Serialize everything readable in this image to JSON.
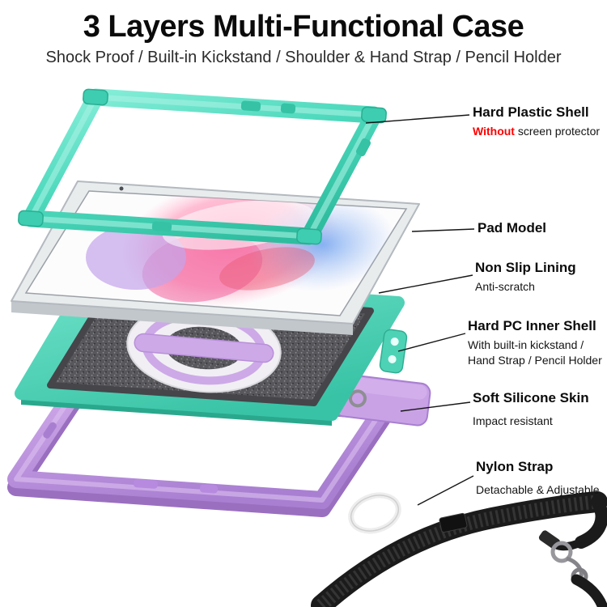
{
  "header": {
    "title": "3 Layers Multi-Functional Case",
    "subtitle": "Shock Proof / Built-in Kickstand / Shoulder & Hand Strap / Pencil Holder"
  },
  "callouts": {
    "hard_plastic_shell": {
      "title": "Hard Plastic Shell",
      "sub_highlight": "Without",
      "sub_rest": "screen protector"
    },
    "pad_model": {
      "title": "Pad Model"
    },
    "non_slip_lining": {
      "title": "Non Slip Lining",
      "sub": "Anti-scratch"
    },
    "hard_pc_inner_shell": {
      "title": "Hard PC Inner Shell",
      "sub": "With built-in kickstand / Hand Strap / Pencil Holder"
    },
    "soft_silicone_skin": {
      "title": "Soft Silicone Skin",
      "sub": "Impact resistant"
    },
    "nylon_strap": {
      "title": "Nylon Strap",
      "sub": "Detachable & Adjustable"
    }
  },
  "colors": {
    "highlight_red": "#fe0000",
    "mint_shell": "#3ecdb0",
    "teal_inner_shell": "#39c3a6",
    "purple_skin": "#bd93dd",
    "strap_black": "#1b1b1b",
    "lining_gray": "#57575c"
  }
}
